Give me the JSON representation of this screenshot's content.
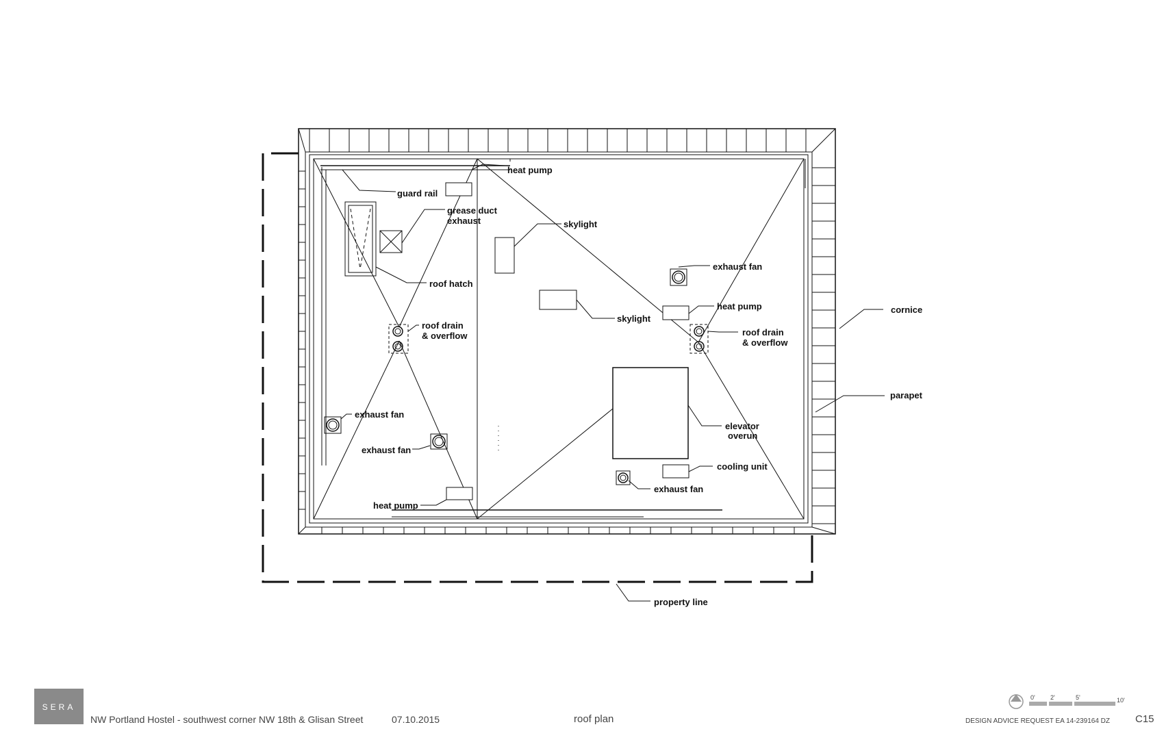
{
  "drawing": {
    "labels": {
      "heat_pump_top": "heat pump",
      "guard_rail": "guard rail",
      "grease_duct_1": "grease duct",
      "grease_duct_2": "exhaust",
      "skylight_1": "skylight",
      "roof_hatch": "roof hatch",
      "exhaust_fan_ne": "exhaust fan",
      "skylight_2": "skylight",
      "heat_pump_mid": "heat pump",
      "cornice": "cornice",
      "roof_drain_w_1": "roof drain",
      "roof_drain_w_2": "& overflow",
      "roof_drain_e_1": "roof drain",
      "roof_drain_e_2": "& overflow",
      "parapet": "parapet",
      "exhaust_fan_w": "exhaust fan",
      "elevator_1": "elevator",
      "elevator_2": "overun",
      "exhaust_fan_sw": "exhaust fan",
      "cooling_unit": "cooling unit",
      "exhaust_fan_s": "exhaust fan",
      "heat_pump_bot": "heat pump",
      "property_line": "property line"
    }
  },
  "title_block": {
    "logo": "SERA",
    "project": "NW Portland Hostel - southwest corner NW 18th & Glisan Street",
    "date": "07.10.2015",
    "sheet_title": "roof plan",
    "scale_ticks": [
      "0'",
      "2'",
      "5'",
      "10'"
    ],
    "review": "DESIGN ADVICE REQUEST  EA 14-239164 DZ",
    "sheet_number": "C15"
  },
  "colors": {
    "line": "#111111",
    "logo_bg": "#8a8a8a",
    "title_text": "#444444"
  }
}
